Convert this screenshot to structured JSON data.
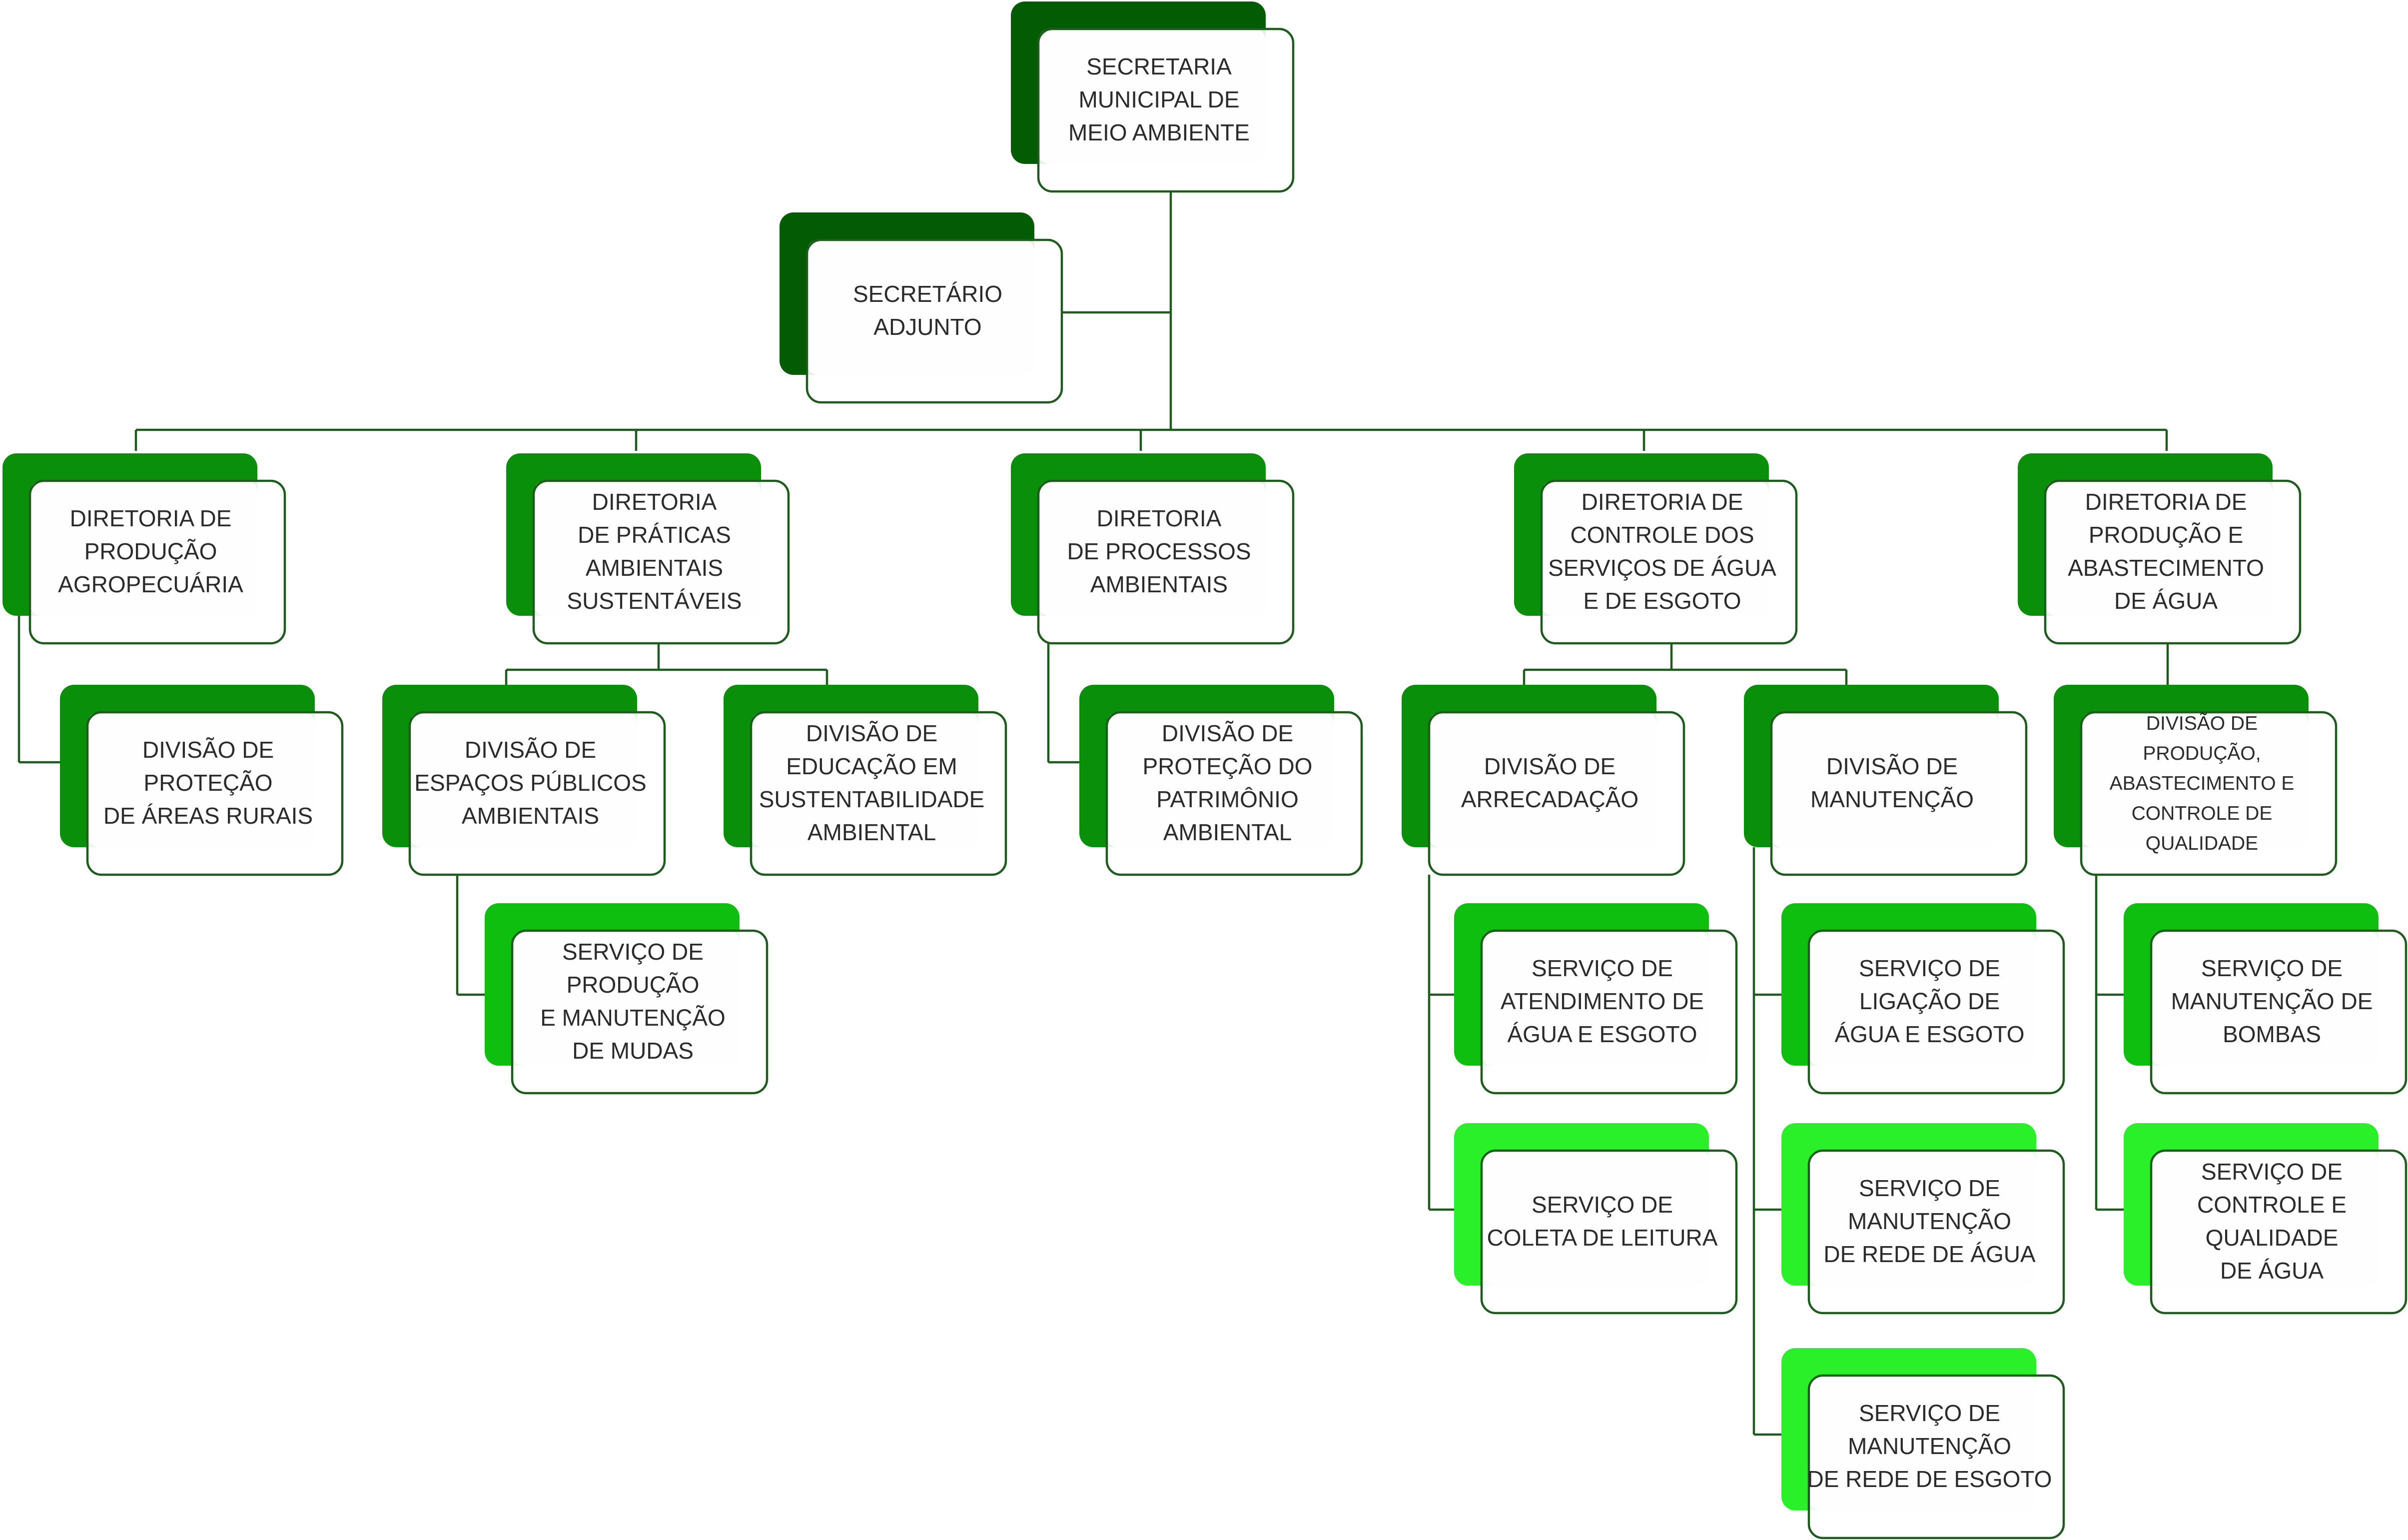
{
  "colors": {
    "level0": "#035c03",
    "level1": "#0a8f0a",
    "level2": "#0fbf0f",
    "level3": "#29f029",
    "frontFill": "#eaf4ea",
    "line": "#1f5a1f"
  },
  "nodes": {
    "secretaria": {
      "lines": [
        "SECRETARIA",
        "MUNICIPAL DE",
        "MEIO AMBIENTE"
      ]
    },
    "secretario_adjunto": {
      "lines": [
        "SECRETÁRIO",
        "ADJUNTO"
      ]
    },
    "dir_producao_agro": {
      "lines": [
        "DIRETORIA DE",
        "PRODUÇÃO",
        "AGROPECUÁRIA"
      ]
    },
    "dir_praticas": {
      "lines": [
        "DIRETORIA",
        "DE PRÁTICAS",
        "AMBIENTAIS",
        "SUSTENTÁVEIS"
      ]
    },
    "dir_processos": {
      "lines": [
        "DIRETORIA",
        "DE PROCESSOS",
        "AMBIENTAIS"
      ]
    },
    "dir_controle_agua": {
      "lines": [
        "DIRETORIA DE",
        "CONTROLE DOS",
        "SERVIÇOS DE ÁGUA",
        "E DE ESGOTO"
      ]
    },
    "dir_producao_agua": {
      "lines": [
        "DIRETORIA DE",
        "PRODUÇÃO E",
        "ABASTECIMENTO",
        "DE ÁGUA"
      ]
    },
    "div_areas_rurais": {
      "lines": [
        "DIVISÃO DE",
        "PROTEÇÃO",
        "DE ÁREAS RURAIS"
      ]
    },
    "div_espacos_publicos": {
      "lines": [
        "DIVISÃO DE",
        "ESPAÇOS PÚBLICOS",
        "AMBIENTAIS"
      ]
    },
    "div_educacao": {
      "lines": [
        "DIVISÃO DE",
        "EDUCAÇÃO EM",
        "SUSTENTABILIDADE",
        "AMBIENTAL"
      ]
    },
    "div_patrimonio": {
      "lines": [
        "DIVISÃO DE",
        "PROTEÇÃO DO",
        "PATRIMÔNIO",
        "AMBIENTAL"
      ]
    },
    "div_arrecadacao": {
      "lines": [
        "DIVISÃO DE",
        "ARRECADAÇÃO"
      ]
    },
    "div_manutencao": {
      "lines": [
        "DIVISÃO DE",
        "MANUTENÇÃO"
      ]
    },
    "div_producao_abastecimento": {
      "lines": [
        "DIVISÃO DE",
        "PRODUÇÃO,",
        "ABASTECIMENTO E",
        "CONTROLE DE",
        "QUALIDADE"
      ]
    },
    "serv_mudas": {
      "lines": [
        "SERVIÇO DE",
        "PRODUÇÃO",
        "E MANUTENÇÃO",
        "DE MUDAS"
      ]
    },
    "serv_atendimento": {
      "lines": [
        "SERVIÇO DE",
        "ATENDIMENTO DE",
        "ÁGUA E ESGOTO"
      ]
    },
    "serv_coleta": {
      "lines": [
        "SERVIÇO DE",
        "COLETA DE LEITURA"
      ]
    },
    "serv_ligacao": {
      "lines": [
        "SERVIÇO DE",
        "LIGAÇÃO DE",
        "ÁGUA E ESGOTO"
      ]
    },
    "serv_rede_agua": {
      "lines": [
        "SERVIÇO DE",
        "MANUTENÇÃO",
        "DE REDE DE ÁGUA"
      ]
    },
    "serv_rede_esgoto": {
      "lines": [
        "SERVIÇO DE",
        "MANUTENÇÃO",
        "DE REDE DE ESGOTO"
      ]
    },
    "serv_bombas": {
      "lines": [
        "SERVIÇO DE",
        "MANUTENÇÃO DE",
        "BOMBAS"
      ]
    },
    "serv_controle_qualidade": {
      "lines": [
        "SERVIÇO DE",
        "CONTROLE E",
        "QUALIDADE",
        "DE ÁGUA"
      ]
    }
  }
}
